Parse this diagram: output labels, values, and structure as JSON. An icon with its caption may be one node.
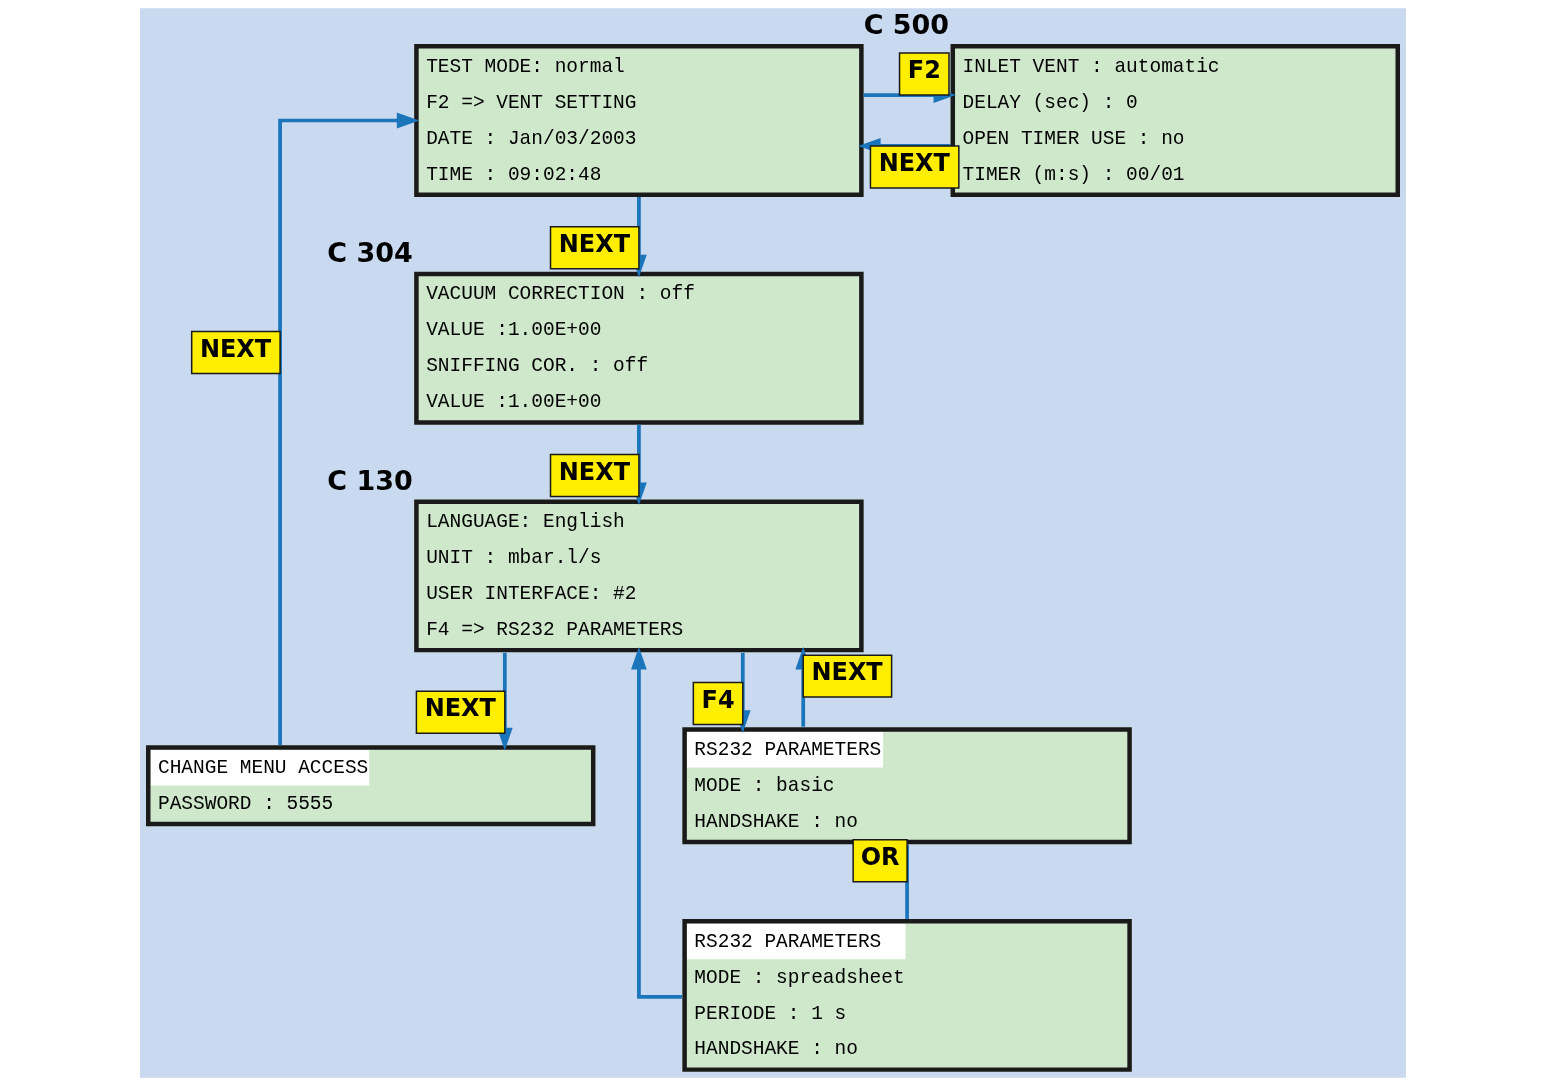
{
  "diagram": {
    "nodes": [
      {
        "text": [
          "TEST MODE: normal",
          "F2 => VENT SETTING",
          "DATE : Jan/03/2003",
          "TIME : 09:02:48"
        ]
      },
      {
        "text": [
          "INLET VENT : automatic",
          "DELAY (sec) : 0",
          "OPEN TIMER USE : no",
          "TIMER (m:s) : 00/01"
        ],
        "beside": [
          "C 500"
        ]
      },
      {
        "text": [
          "VACUUM CORRECTION : off",
          "VALUE :1.00E+00",
          "SNIFFING COR. : off",
          "VALUE :1.00E+00"
        ],
        "beside": [
          "C 304"
        ]
      },
      {
        "text": [
          "LANGUAGE: English",
          "UNIT : mbar.l/s",
          "USER INTERFACE: #2",
          "F4 => RS232 PARAMETERS"
        ],
        "beside": [
          "C 130"
        ]
      },
      {
        "text": [
          "CHANGE MENU ACCESS",
          "PASSWORD : 5555"
        ]
      },
      {
        "text": [
          "RS232 PARAMETERS",
          "MODE : basic",
          "HANDSHAKE : no"
        ]
      },
      {
        "text": [
          "RS232 PARAMETERS",
          "MODE : spreadsheet",
          "PERIODE : 1 s",
          "HANDSHAKE : no"
        ]
      }
    ],
    "edges": [
      {
        "from": 0,
        "to": 1,
        "arrow": "to",
        "label": "F2"
      },
      {
        "from": 1,
        "to": 0,
        "arrow": "to",
        "label": "NEXT"
      },
      {
        "from": 0,
        "to": 2,
        "arrow": "to",
        "label": "NEXT"
      },
      {
        "from": 2,
        "to": 3,
        "arrow": "to",
        "label": "NEXT"
      },
      {
        "from": 3,
        "to": 4,
        "arrow": "to",
        "label": "NEXT"
      },
      {
        "from": 3,
        "to": 5,
        "arrow": "to",
        "label": "F4"
      },
      {
        "from": 5,
        "to": 6,
        "arrow": "none",
        "label": "OR"
      },
      {
        "from": 5,
        "to": 3,
        "arrow": "to",
        "label": "NEXT"
      },
      {
        "from": 6,
        "to": 3,
        "arrow": "to"
      },
      {
        "from": 4,
        "to": 0,
        "arrow": "to",
        "label": "NEXT"
      }
    ]
  }
}
